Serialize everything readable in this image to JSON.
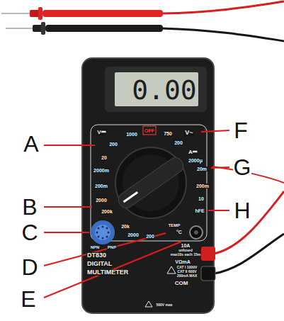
{
  "diagram": {
    "labels": [
      "A",
      "B",
      "C",
      "D",
      "E",
      "F",
      "G",
      "H",
      "0.00",
      "V⎓",
      "1000",
      "200",
      "20",
      "2000m",
      "200m",
      "OFF",
      "750",
      "V~",
      "200",
      "A⎓",
      "2000μ",
      "20m",
      "200m",
      "10",
      "hFE",
      "2000",
      "200k",
      "20k",
      "2000",
      "200",
      "TEMP",
      "°C",
      "NPN",
      "PNP",
      "10A",
      "unfused",
      "max10s each 15m",
      "VΩmA",
      "CAT I 1000V",
      "CAT II 600V",
      "200mA MAX",
      "COM",
      "DT830",
      "DIGITAL",
      "MULTIMETER",
      "500V max"
    ]
  }
}
